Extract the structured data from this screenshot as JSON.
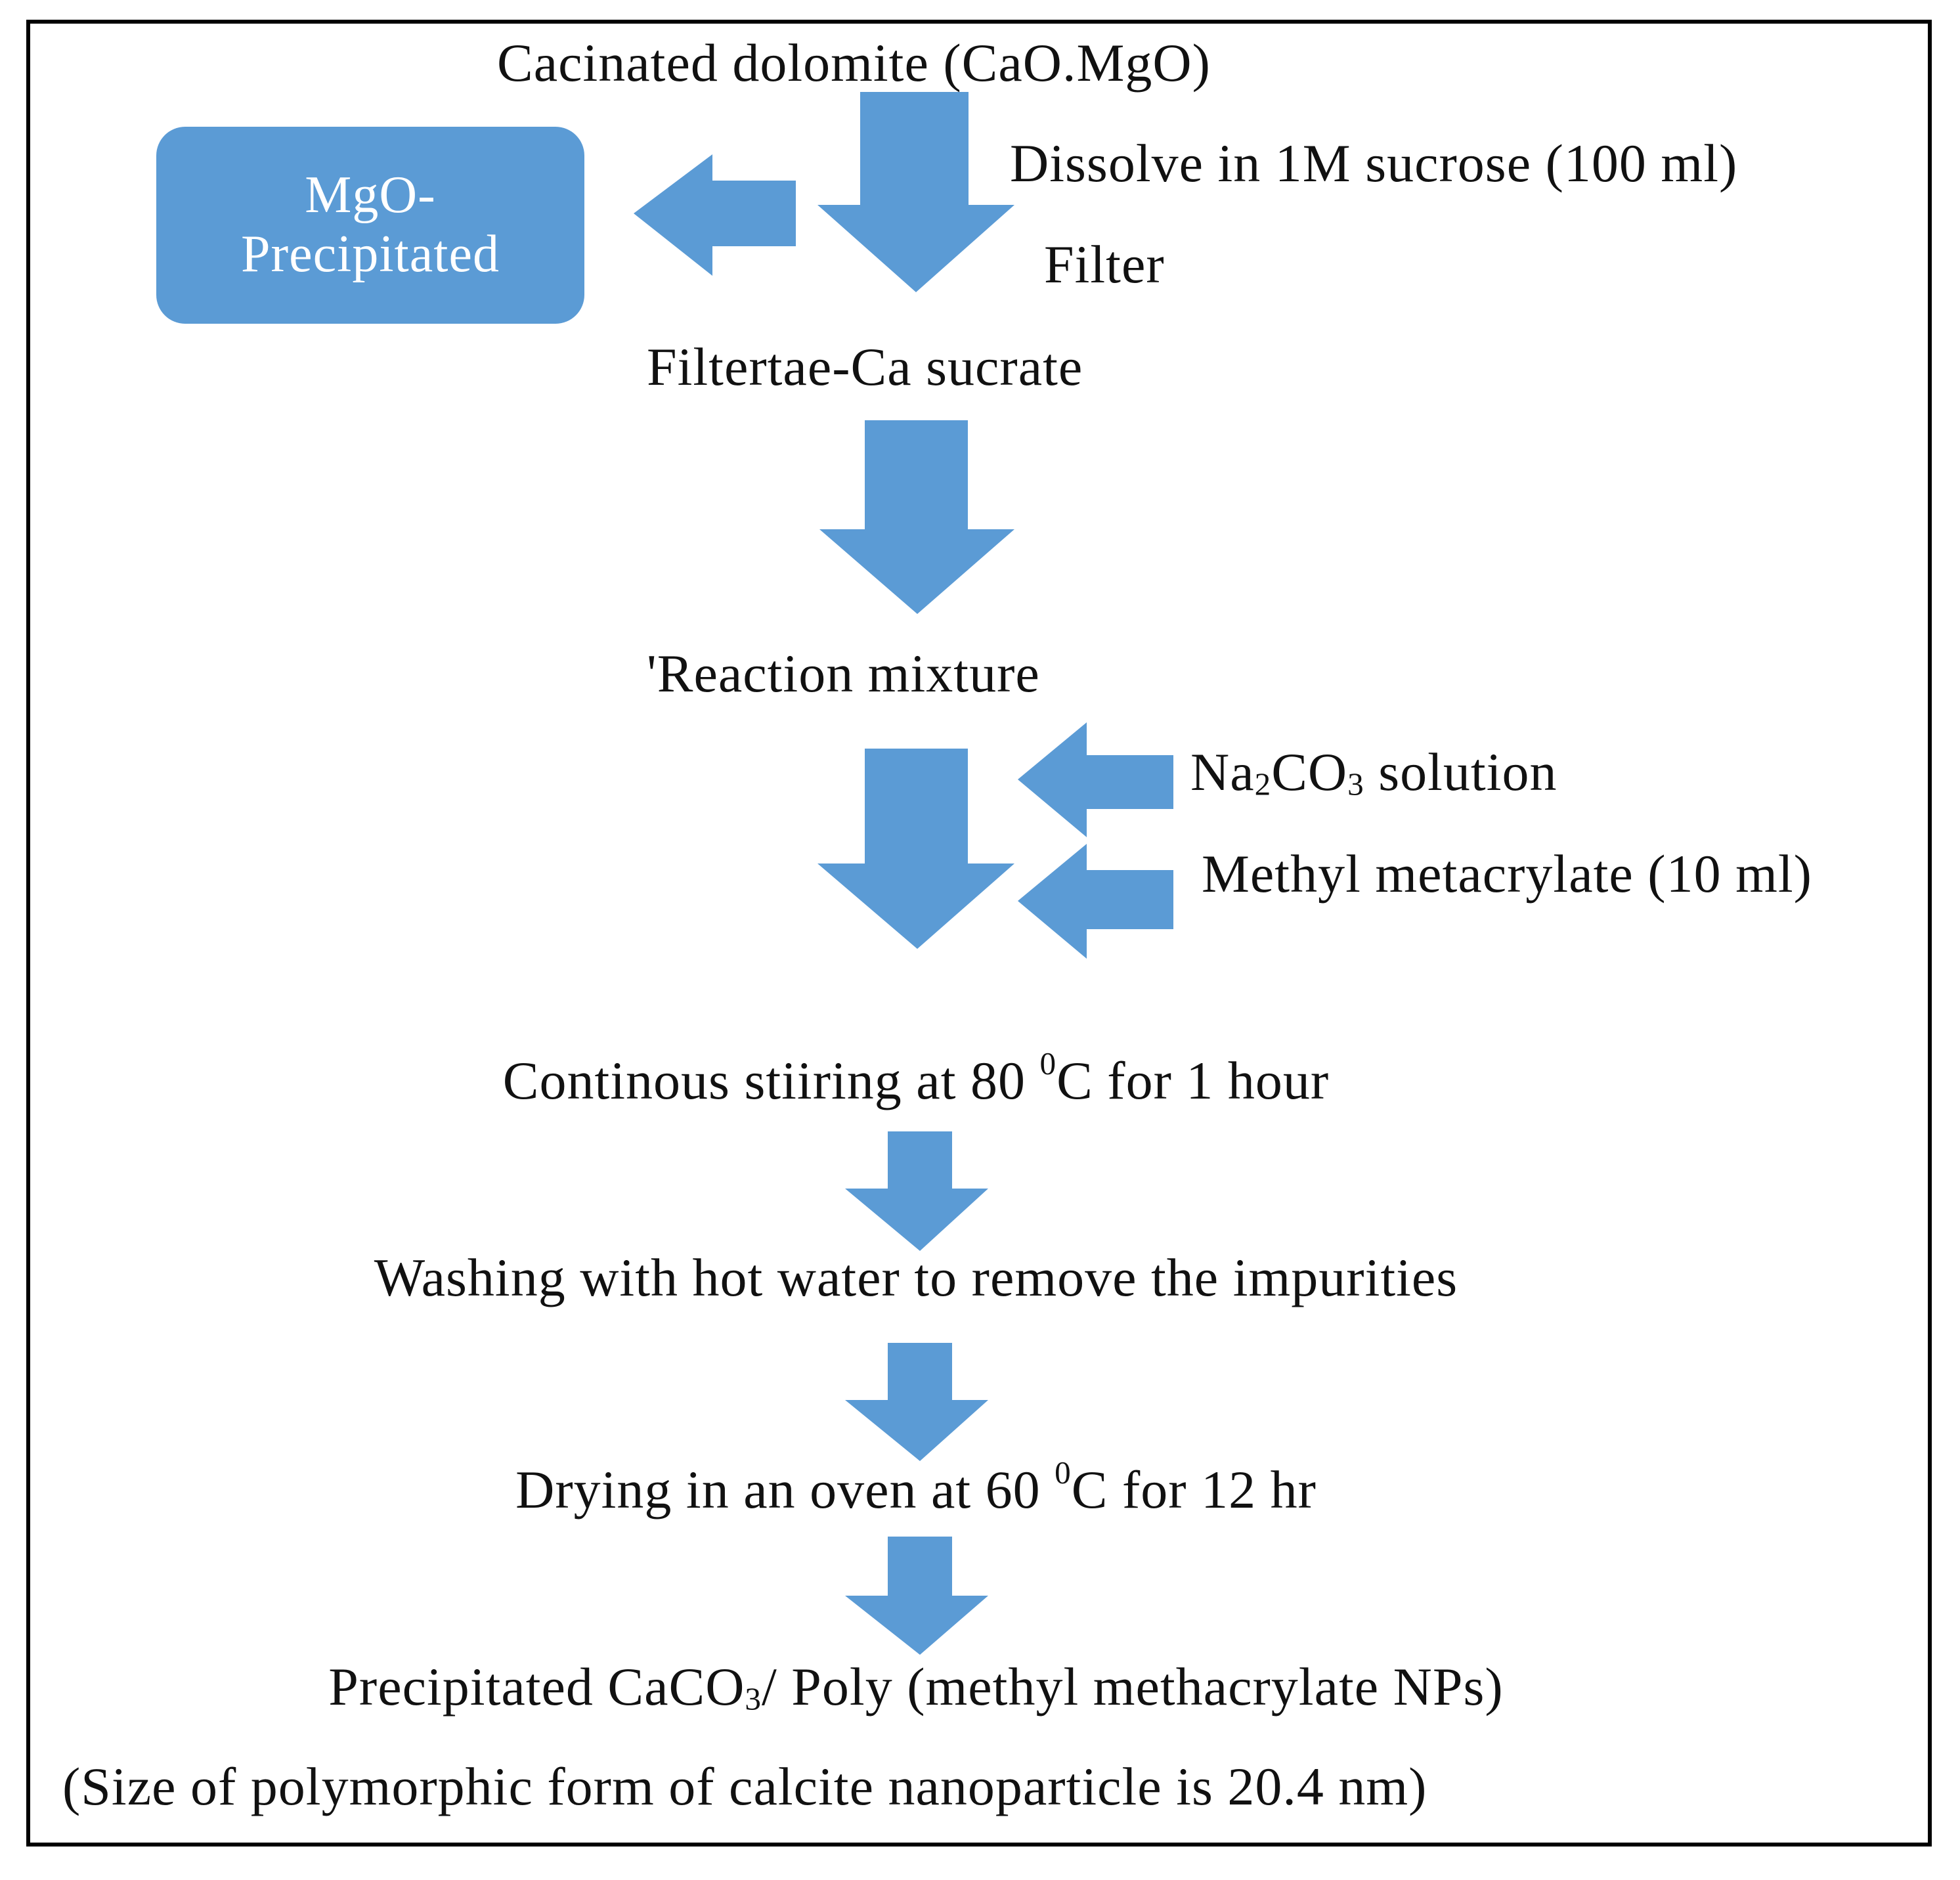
{
  "colors": {
    "arrow": "#5b9bd5",
    "box": "#5b9bd5",
    "box_text": "#ffffff",
    "text": "#111111",
    "border": "#000000"
  },
  "steps": {
    "start": "Cacinated dolomite (CaO.MgO)",
    "dissolve": "Dissolve in 1M sucrose (100 ml)",
    "filter": "Filter",
    "filtrate": "Filtertae-Ca sucrate",
    "reaction": "'Reaction mixture",
    "na2co3": {
      "a": "Na",
      "b": "2",
      "c": "CO",
      "d": "3",
      "e": " solution"
    },
    "methyl": "Methyl metacrylate (10 ml)",
    "stirring": {
      "a": "Continous stiiring at 80 ",
      "b": "0",
      "c": "C for 1 hour"
    },
    "washing": "Washing with hot water to remove the impurities",
    "drying": {
      "a": "Drying in an oven at 60 ",
      "b": "0",
      "c": "C for 12 hr"
    },
    "product": {
      "a": "Precipitated CaCO",
      "b": "3",
      "c": "/ Poly (methyl methacrylate NPs)"
    },
    "size_note": "(Size of polymorphic form of calcite nanoparticle is 20.4 nm)"
  },
  "mgo_box": {
    "line1": "MgO-",
    "line2": "Precipitated"
  },
  "icons": [
    "arrow-down-icon",
    "arrow-left-icon"
  ]
}
